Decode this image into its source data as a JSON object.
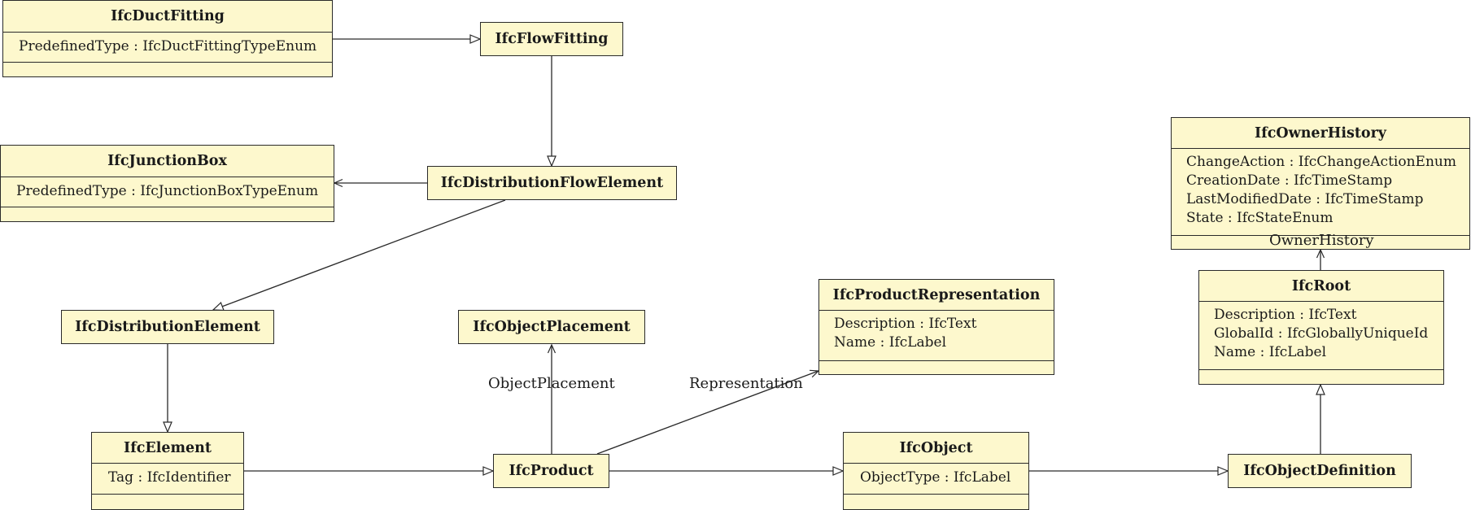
{
  "classes": {
    "duct_fitting": {
      "name": "IfcDuctFitting",
      "attributes": [
        "PredefinedType : IfcDuctFittingTypeEnum"
      ]
    },
    "flow_fitting": {
      "name": "IfcFlowFitting"
    },
    "junction_box": {
      "name": "IfcJunctionBox",
      "attributes": [
        "PredefinedType : IfcJunctionBoxTypeEnum"
      ]
    },
    "distribution_flow_element": {
      "name": "IfcDistributionFlowElement"
    },
    "owner_history": {
      "name": "IfcOwnerHistory",
      "attributes": [
        "ChangeAction : IfcChangeActionEnum",
        "CreationDate : IfcTimeStamp",
        "LastModifiedDate : IfcTimeStamp",
        "State : IfcStateEnum"
      ]
    },
    "root": {
      "name": "IfcRoot",
      "attributes": [
        "Description : IfcText",
        "GlobalId : IfcGloballyUniqueId",
        "Name : IfcLabel"
      ]
    },
    "product_representation": {
      "name": "IfcProductRepresentation",
      "attributes": [
        "Description : IfcText",
        "Name : IfcLabel"
      ]
    },
    "distribution_element": {
      "name": "IfcDistributionElement"
    },
    "object_placement": {
      "name": "IfcObjectPlacement"
    },
    "element": {
      "name": "IfcElement",
      "attributes": [
        "Tag : IfcIdentifier"
      ]
    },
    "product": {
      "name": "IfcProduct"
    },
    "object": {
      "name": "IfcObject",
      "attributes": [
        "ObjectType : IfcLabel"
      ]
    },
    "object_definition": {
      "name": "IfcObjectDefinition"
    }
  },
  "associations": {
    "owner_history": "OwnerHistory",
    "object_placement": "ObjectPlacement",
    "representation": "Representation"
  },
  "colors": {
    "class_fill": "#fdf8cd",
    "line": "#2a2a2a"
  }
}
